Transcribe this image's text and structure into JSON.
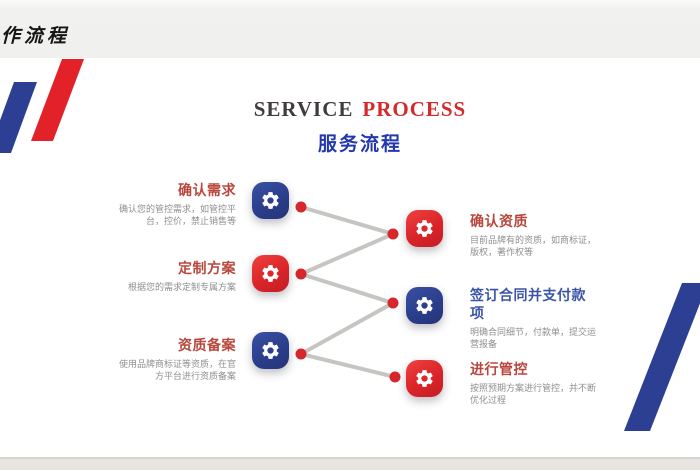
{
  "slide": {
    "header_partial_title": "作流程",
    "title_en_word1": "SERVICE",
    "title_en_word2": "PROCESS",
    "title_zh": "服务流程",
    "steps": [
      {
        "order": 1,
        "side": "left",
        "title": "确认需求",
        "desc": "确认您的管控需求，如管控平台，控价，禁止销售等",
        "icon": "gear-icon",
        "icon_color": "#2b3e8c",
        "title_color": "#b8473d"
      },
      {
        "order": 2,
        "side": "right",
        "title": "确认资质",
        "desc": "目前品牌有的资质，如商标证，版权，著作权等",
        "icon": "gear-icon",
        "icon_color": "#da2429",
        "title_color": "#b8473d"
      },
      {
        "order": 3,
        "side": "left",
        "title": "定制方案",
        "desc": "根据您的需求定制专属方案",
        "icon": "gear-icon",
        "icon_color": "#da2429",
        "title_color": "#b8473d"
      },
      {
        "order": 4,
        "side": "right",
        "title": "签订合同并支付款项",
        "desc": "明确合同细节，付款单，提交运营报备",
        "icon": "gear-icon",
        "icon_color": "#2b3e8c",
        "title_color": "#3a55a8"
      },
      {
        "order": 5,
        "side": "left",
        "title": "资质备案",
        "desc": "使用品牌商标证等资质，在官方平台进行资质备案",
        "icon": "gear-icon",
        "icon_color": "#2b3e8c",
        "title_color": "#b8473d"
      },
      {
        "order": 6,
        "side": "right",
        "title": "进行管控",
        "desc": "按照预期方案进行管控，并不断优化过程",
        "icon": "gear-icon",
        "icon_color": "#da2429",
        "title_color": "#b8473d"
      }
    ],
    "colors": {
      "accent-red": "#d42a2a",
      "title-blue": "#2438ad",
      "step-red": "#b8473d",
      "step-blue": "#3a55a8",
      "deco-blue": "#2d3f92",
      "deco-red": "#e32128",
      "connector-gray": "#c7c5c2",
      "dot-red": "#d7262c"
    }
  }
}
